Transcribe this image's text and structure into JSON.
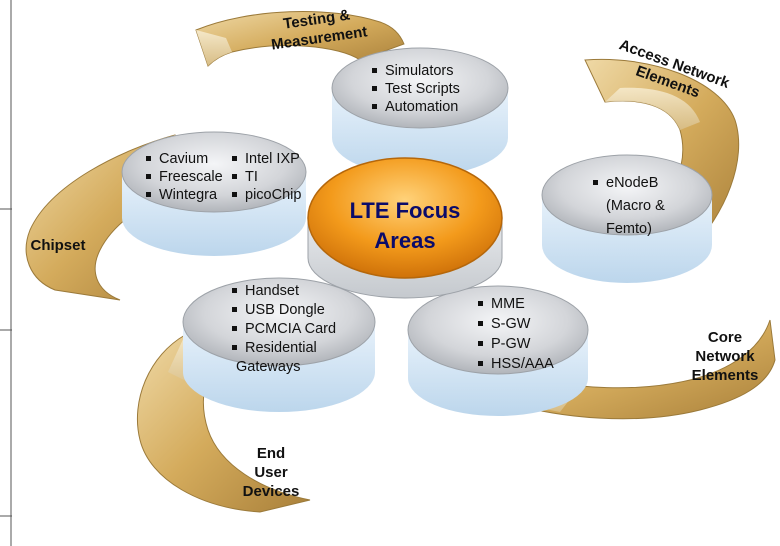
{
  "center": {
    "title": "LTE Focus\nAreas"
  },
  "segments": [
    {
      "id": "testing",
      "label": "Testing &\nMeasurement",
      "items": [
        "Simulators",
        "Test Scripts",
        "Automation"
      ]
    },
    {
      "id": "access",
      "label": "Access Network\nElements",
      "items": [
        "eNodeB",
        "(Macro &",
        "Femto)"
      ]
    },
    {
      "id": "core",
      "label": "Core\nNetwork\nElements",
      "items": [
        "MME",
        "S-GW",
        "P-GW",
        "HSS/AAA"
      ]
    },
    {
      "id": "enduser",
      "label": "End\nUser\nDevices",
      "items": [
        "Handset",
        "USB Dongle",
        "PCMCIA Card",
        "Residential",
        "Gateways"
      ]
    },
    {
      "id": "chipset",
      "label": "Chipset",
      "items_col1": [
        "Cavium",
        "Freescale",
        "Wintegra"
      ],
      "items_col2": [
        "Intel IXP",
        "TI",
        "picoChip"
      ]
    }
  ],
  "colors": {
    "center_fill": "#f39a1b",
    "center_text": "#0b0b6a",
    "disc_fill": "#d6d8dc",
    "disc_side": "#cfe3f3",
    "ribbon": "#d9b66e"
  }
}
